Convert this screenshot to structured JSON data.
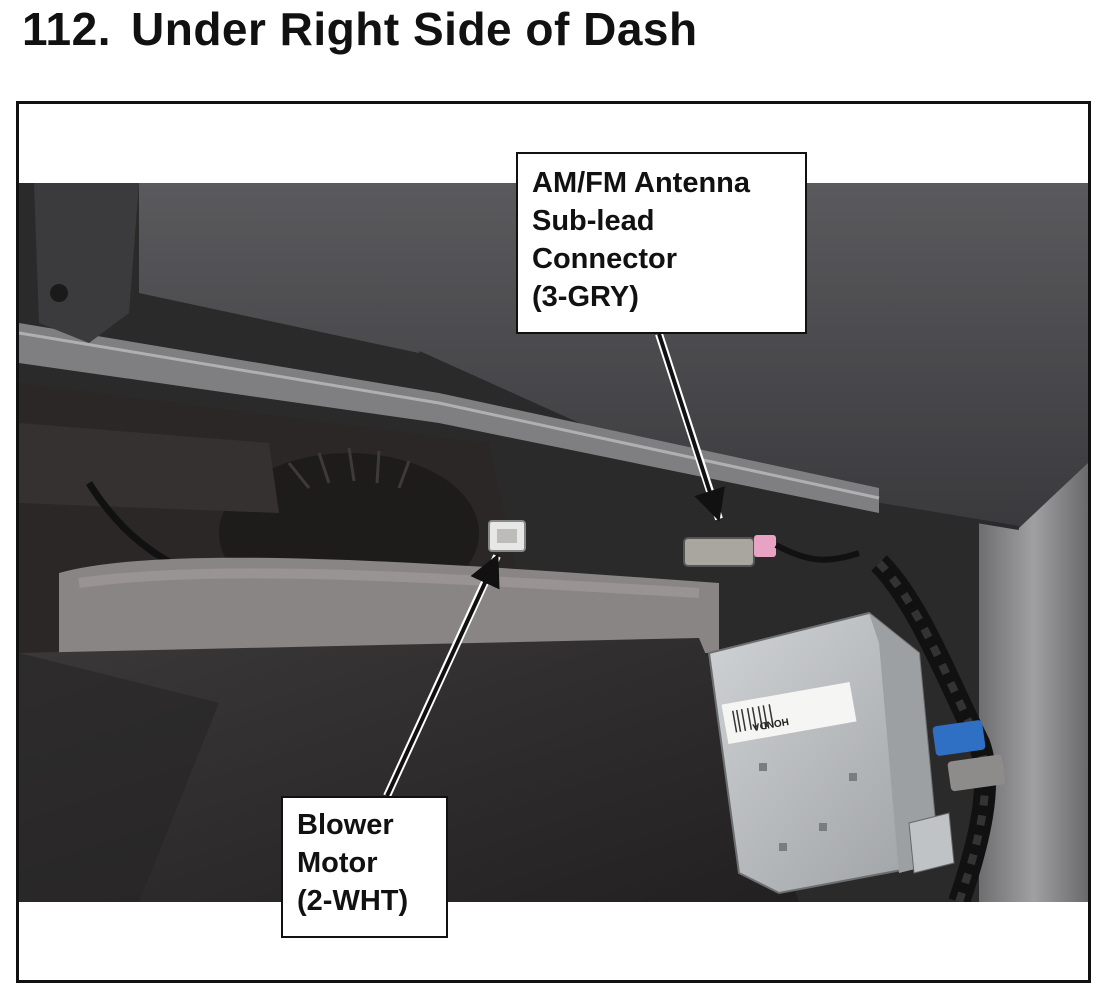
{
  "page": {
    "number": "112.",
    "title": "Under Right Side of Dash"
  },
  "callouts": {
    "am_fm": {
      "lines": [
        "AM/FM Antenna",
        "Sub-lead",
        "Connector",
        "(3-GRY)"
      ]
    },
    "blower": {
      "lines": [
        "Blower",
        "Motor",
        "(2-WHT)"
      ]
    }
  },
  "photo": {
    "label_text": "HONDA"
  },
  "colors": {
    "carpet": "#2e2c2c",
    "dash_panel": "#4a4a4c",
    "pillar": "#8a8a8c",
    "radio_unit": "#b8bbbd",
    "tape_blue": "#2f6fc4",
    "connector_pink": "#e8a3c4"
  }
}
